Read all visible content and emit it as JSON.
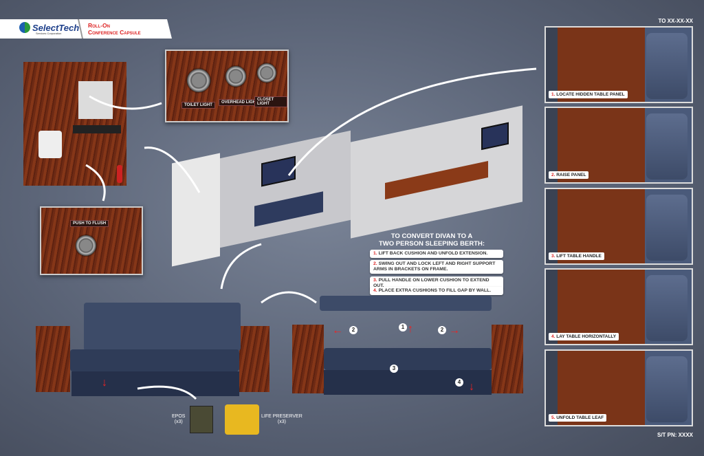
{
  "header": {
    "brand": "SelectTech",
    "brand_sub": "Services Corporation",
    "title_line1": "Roll-On",
    "title_line2": "Conference Capsule"
  },
  "revision": "TO XX-XX-XX",
  "part_number": "S/T PN: XXXX",
  "light_panel": {
    "labels": [
      "TOILET LIGHT",
      "OVERHEAD LIGHT",
      "CLOSET LIGHT"
    ]
  },
  "flush_panel": {
    "label": "PUSH TO FLUSH"
  },
  "conversion": {
    "title_line1": "TO CONVERT DIVAN TO A",
    "title_line2": "TWO PERSON SLEEPING BERTH:",
    "steps": [
      {
        "n": "1.",
        "text": "LIFT BACK CUSHION AND UNFOLD EXTENSION."
      },
      {
        "n": "2.",
        "text": "SWING OUT AND LOCK LEFT AND RIGHT SUPPORT ARMS IN BRACKETS ON FRAME."
      },
      {
        "n": "3.",
        "text": "PULL HANDLE ON LOWER CUSHION TO EXTEND OUT."
      },
      {
        "n": "4.",
        "text": "PLACE EXTRA CUSHIONS TO FILL GAP BY WALL."
      }
    ]
  },
  "berth_markers": [
    "2",
    "1",
    "2",
    "3",
    "4"
  ],
  "table_steps": [
    {
      "n": "1.",
      "text": "LOCATE HIDDEN TABLE PANEL"
    },
    {
      "n": "2.",
      "text": "RAISE PANEL"
    },
    {
      "n": "3.",
      "text": "LIFT TABLE HANDLE"
    },
    {
      "n": "4.",
      "text": "LAY TABLE HORIZONTALLY"
    },
    {
      "n": "5.",
      "text": "UNFOLD TABLE LEAF"
    }
  ],
  "equipment": [
    {
      "name": "EPOS",
      "qty": "(x3)"
    },
    {
      "name": "LIFE PRESERVER",
      "qty": "(x3)"
    }
  ],
  "colors": {
    "accent": "#dd2222",
    "wood": "#7a3418",
    "upholstery": "#3d4b68"
  }
}
